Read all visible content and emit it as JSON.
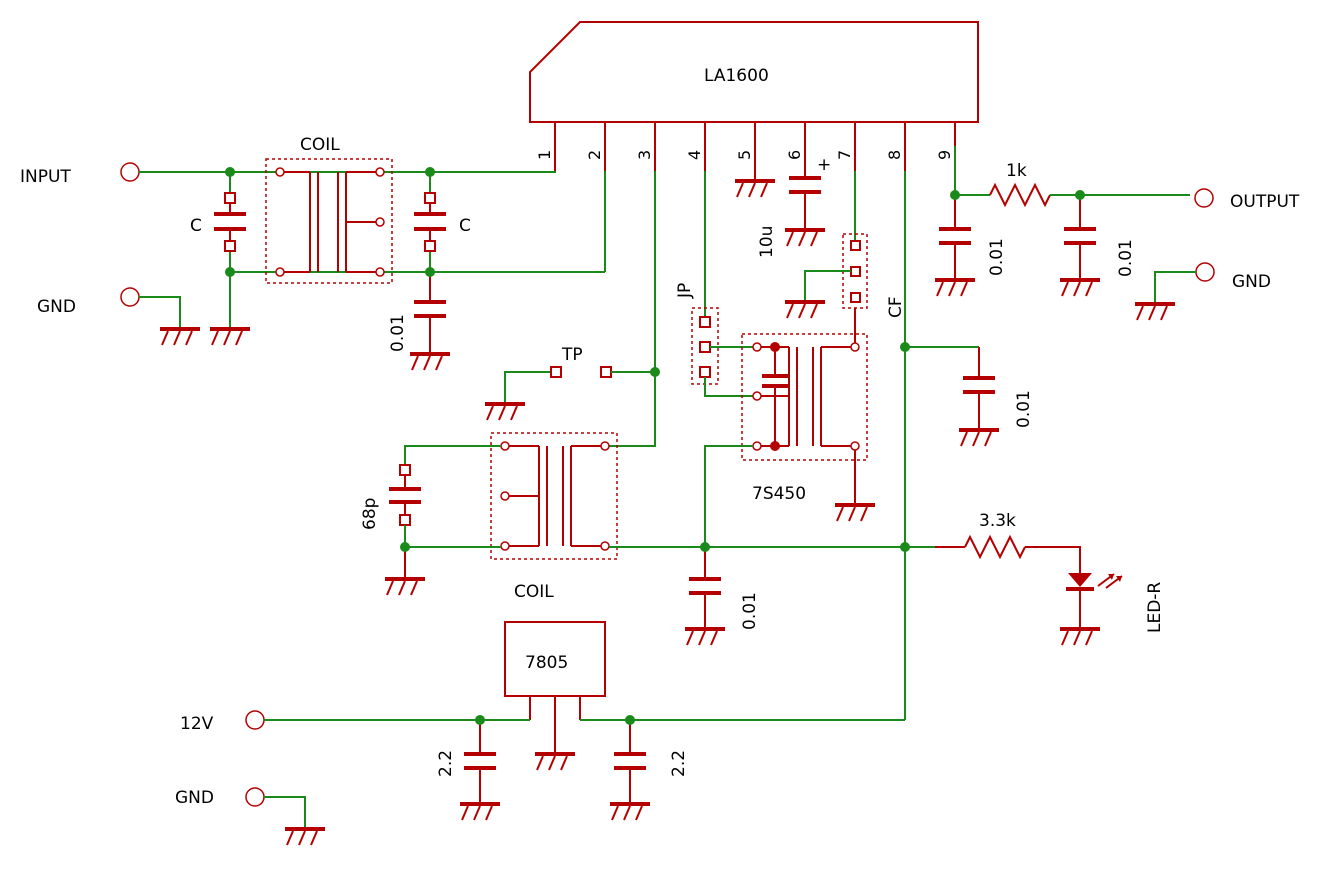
{
  "ic": {
    "name": "LA1600",
    "pins": [
      "1",
      "2",
      "3",
      "4",
      "5",
      "6",
      "7",
      "8",
      "9"
    ]
  },
  "ports": {
    "input": "INPUT",
    "gnd1": "GND",
    "output": "OUTPUT",
    "gnd2": "GND",
    "v12": "12V",
    "gnd3": "GND"
  },
  "labels": {
    "coil_in": "COIL",
    "coil_osc": "COIL",
    "c_left": "C",
    "c_right": "C",
    "c_in": "0.01",
    "c_out1": "0.01",
    "c_out2": "0.01",
    "c_cf": "0.01",
    "c_bus": "0.01",
    "r_out": "1k",
    "r_led": "3.3k",
    "led": "LED-R",
    "cap_10u": "10u",
    "plus": "+",
    "jp": "JP",
    "cf": "CF",
    "tp": "TP",
    "filter": "7S450",
    "c_68p": "68p",
    "reg": "7805",
    "c_reg_in": "2.2",
    "c_reg_out": "2.2"
  }
}
